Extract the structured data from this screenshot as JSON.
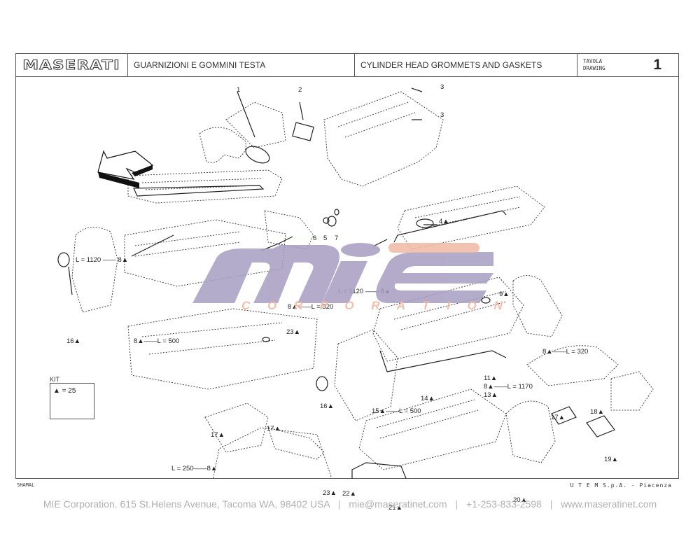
{
  "title_block": {
    "brand": "MASERATI",
    "title_it": "GUARNIZIONI E GOMMINI TESTA",
    "title_en": "CYLINDER HEAD GROMMETS AND GASKETS",
    "drawing_label_it": "TAVOLA",
    "drawing_label_en": "DRAWING",
    "drawing_number": "1"
  },
  "callouts": [
    {
      "id": "c1",
      "text": "1"
    },
    {
      "id": "c2",
      "text": "2"
    },
    {
      "id": "c3a",
      "text": "3"
    },
    {
      "id": "c3b",
      "text": "3"
    },
    {
      "id": "c4",
      "text": "4▲"
    },
    {
      "id": "c6",
      "text": "6"
    },
    {
      "id": "c5",
      "text": "5"
    },
    {
      "id": "c7",
      "text": "7"
    },
    {
      "id": "c8a",
      "text": "L = 1120 —— 8▲"
    },
    {
      "id": "c8b",
      "text": "L = 1120 —— 8▲"
    },
    {
      "id": "c8c",
      "text": "8▲——L = 320"
    },
    {
      "id": "c9",
      "text": "9▲"
    },
    {
      "id": "c16a",
      "text": "16▲"
    },
    {
      "id": "c8d",
      "text": "8▲——L = 500"
    },
    {
      "id": "c23a",
      "text": "23▲"
    },
    {
      "id": "c8e",
      "text": "8▲——L = 320"
    },
    {
      "id": "c11",
      "text": "11▲"
    },
    {
      "id": "c8f",
      "text": "8▲——L = 1170"
    },
    {
      "id": "c13",
      "text": "13▲"
    },
    {
      "id": "c16b",
      "text": "16▲"
    },
    {
      "id": "c14",
      "text": "14▲"
    },
    {
      "id": "c15",
      "text": "15▲——L = 500"
    },
    {
      "id": "c17a",
      "text": "17▲"
    },
    {
      "id": "c17b",
      "text": "17▲"
    },
    {
      "id": "c17c",
      "text": "17▲"
    },
    {
      "id": "c18",
      "text": "18▲"
    },
    {
      "id": "c19",
      "text": "19▲"
    },
    {
      "id": "c8g",
      "text": "L = 250——8▲"
    },
    {
      "id": "c23b",
      "text": "23▲"
    },
    {
      "id": "c22",
      "text": "22▲"
    },
    {
      "id": "c21",
      "text": "21▲"
    },
    {
      "id": "c20",
      "text": "20▲"
    }
  ],
  "kit": {
    "title": "KIT",
    "entry": "▲ = 25"
  },
  "footer": {
    "model": "SHAMAL",
    "publisher": "U T E M  S.p.A. - Piacenza"
  },
  "watermark": {
    "brand": "mie",
    "subtitle": "C O R P O R A T I O N",
    "colors": {
      "primary": "#a79dc2",
      "accent": "#f0b9a3"
    }
  },
  "contact": {
    "company_address": "MIE Corporation. 615 St.Helens Avenue, Tacoma WA, 98402 USA",
    "email": "mie@maseratinet.com",
    "phone": "+1-253-833-2598",
    "website": "www.maseratinet.com",
    "separator": "|"
  }
}
